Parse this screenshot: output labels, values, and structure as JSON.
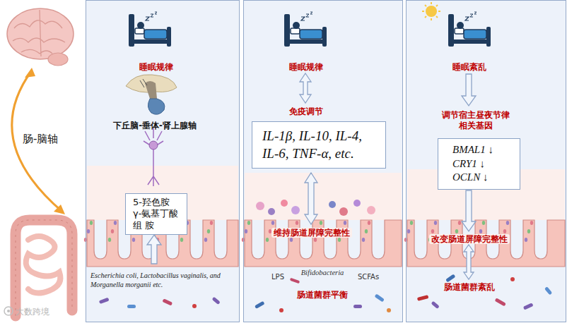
{
  "diagram": {
    "nodes": [
      {
        "text": [
          "睡眠规律",
          "下丘脑-垂体-肾上腺轴",
          "Escherichia coli, Lactobacillus vaginalis, and Morganella morganii etc."
        ]
      },
      {
        "text": [
          "5-羟色胺 γ-氨基丁酸 组 胺"
        ],
        "in": 0
      },
      {
        "text": [
          "睡眠规律",
          "免疫调节",
          "维持肠道屏障完整性",
          "LPS",
          "Bifidobacteria",
          "SCFAs",
          "肠道菌群平衡"
        ]
      },
      {
        "text": [
          "IL-1β, IL-10, IL-4, IL-6, TNF-α, etc."
        ],
        "in": 2
      },
      {
        "text": [
          "睡眠紊乱",
          "调节宿主昼夜节律 相关基因",
          "改变肠道屏障完整性",
          "肠道菌群紊乱"
        ]
      },
      {
        "text": [
          "BMAL1 ↓ CRY1 ↓ OCLN ↓"
        ],
        "in": 4
      }
    ],
    "labels": [
      "肠-脑轴",
      "大数跨境"
    ]
  }
}
